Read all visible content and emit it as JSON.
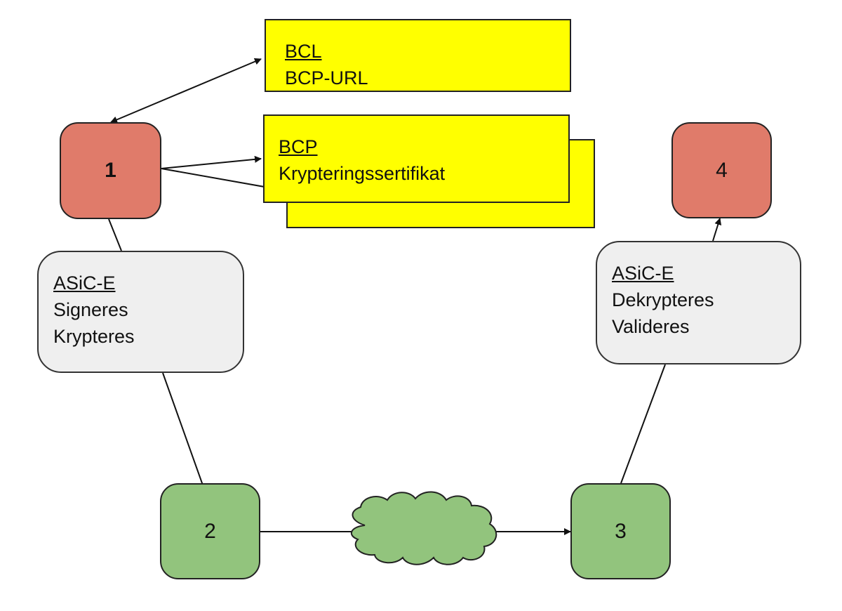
{
  "nodes": {
    "n1": "1",
    "n2": "2",
    "n3": "3",
    "n4": "4"
  },
  "bcl_card": {
    "title": "BCL",
    "line1": "BCP-URL"
  },
  "bcp_card": {
    "title": "BCP",
    "line1": "Krypteringssertifikat"
  },
  "sender_note": {
    "title": "ASiC-E",
    "line1": "Signeres",
    "line2": "Krypteres"
  },
  "receiver_note": {
    "title": "ASiC-E",
    "line1": "Dekrypteres",
    "line2": "Valideres"
  },
  "colors": {
    "endpoint_red": "#e07b6a",
    "access_point_green": "#92c47d",
    "lookup_yellow": "#ffff00",
    "note_grey": "#efefef"
  }
}
